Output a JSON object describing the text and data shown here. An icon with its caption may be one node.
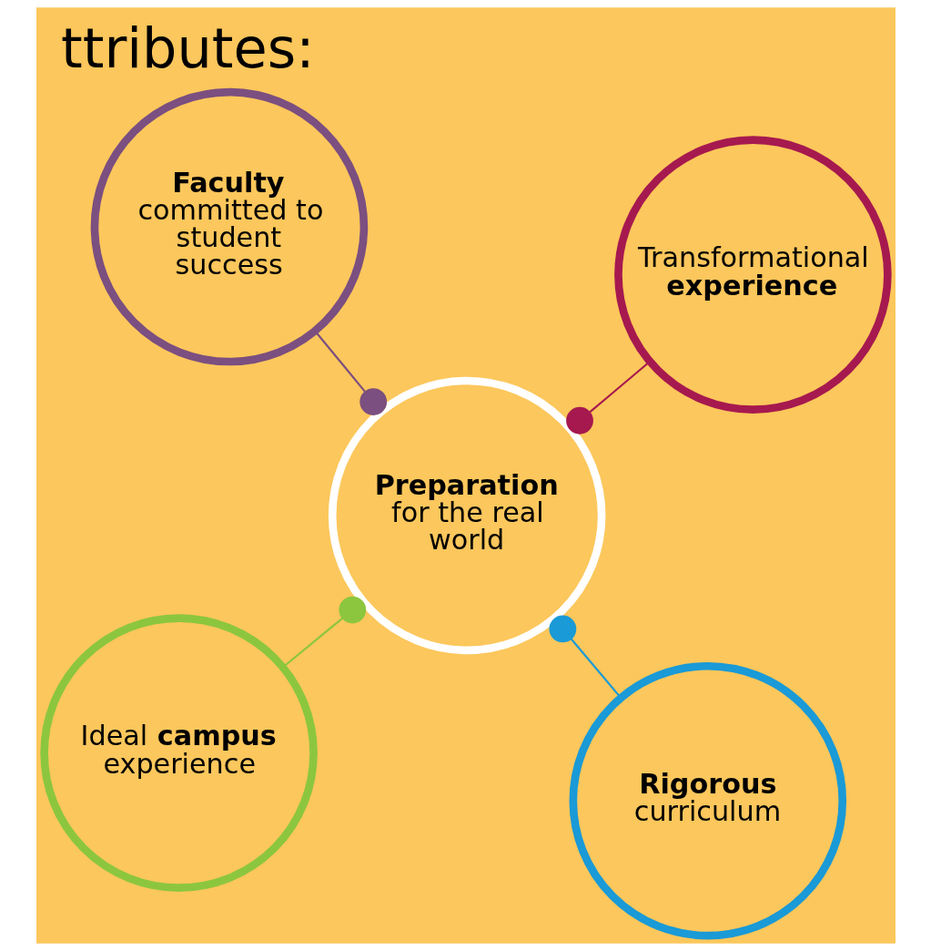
{
  "diagram": {
    "title": "ttributes:",
    "nodes": [
      {
        "text": [
          "Ideal **campus** experience"
        ]
      },
      {
        "text": [
          "**Rigorous** curriculum"
        ]
      },
      {
        "text": [
          "**Preparation** for the real world"
        ]
      },
      {
        "text": [
          "**Faculty** committed to student success"
        ]
      },
      {
        "text": [
          "Transformational **experience**"
        ]
      }
    ],
    "edges": [
      {
        "from": 0,
        "to": 2,
        "arrow": "other",
        "color": "#8cc63f"
      },
      {
        "from": 1,
        "to": 2,
        "arrow": "other",
        "color": "#1a9ad6"
      },
      {
        "from": 3,
        "to": 2,
        "arrow": "other",
        "color": "#7b4f7f"
      },
      {
        "from": 4,
        "to": 2,
        "arrow": "other",
        "color": "#a6194f"
      }
    ]
  }
}
